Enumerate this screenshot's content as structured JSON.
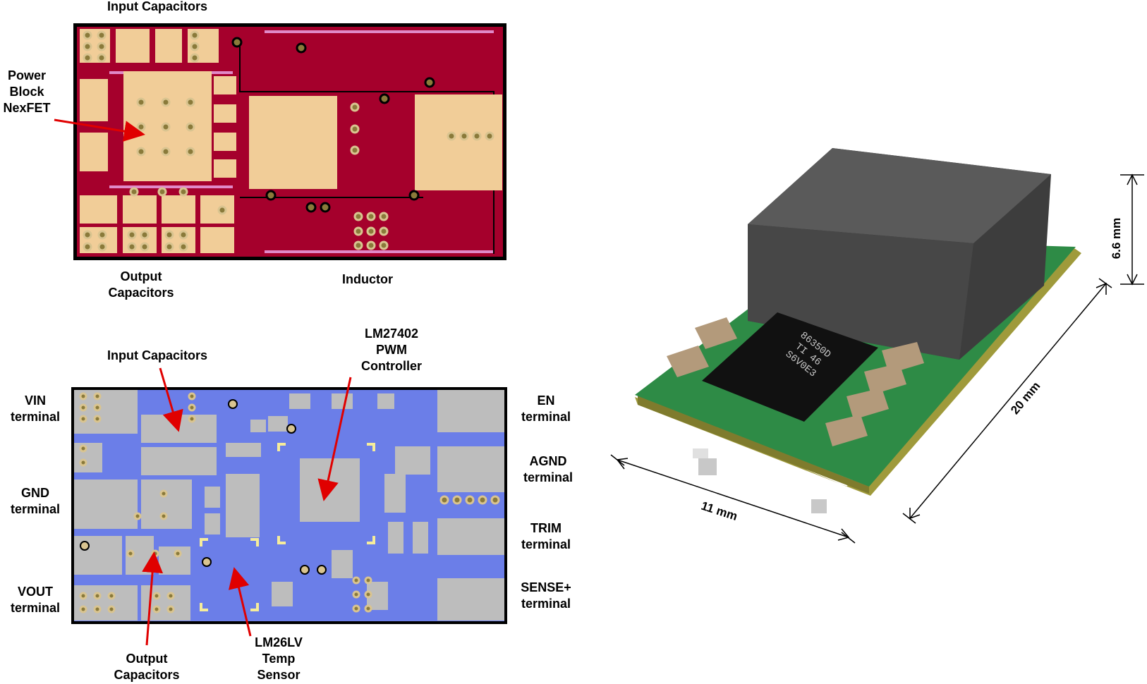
{
  "top_board": {
    "labels": {
      "input_caps": "Input Capacitors",
      "power_block": "Power\nBlock\nNexFET",
      "output_caps": "Output\nCapacitors",
      "inductor": "Inductor"
    },
    "colors": {
      "board": "#a5002c",
      "pad": "#f1cd98",
      "trace": "#e089c8",
      "outline": "#000000"
    }
  },
  "bottom_board": {
    "labels": {
      "input_caps": "Input Capacitors",
      "controller": "LM27402\nPWM\nController",
      "output_caps": "Output\nCapacitors",
      "temp_sensor": "LM26LV\nTemp\nSensor",
      "vin": "VIN\nterminal",
      "gnd": "GND\nterminal",
      "vout": "VOUT\nterminal",
      "en": "EN\nterminal",
      "agnd": "AGND\nterminal",
      "trim": "TRIM\nterminal",
      "sense": "SENSE+\nterminal"
    },
    "colors": {
      "board": "#6b7ee8",
      "pad": "#bdbdbd",
      "silk": "#f6ec9a",
      "trace": "#c23fb4",
      "outline": "#000000"
    }
  },
  "photo": {
    "dimensions": {
      "height": "6.6 mm",
      "width": "11 mm",
      "length": "20 mm"
    },
    "chip_marking": "86350D\nTI 46\nS6V0E3",
    "colors": {
      "inductor": "#4b4b4b",
      "pcb": "#2e8b46",
      "laminate": "#9f9a3b",
      "cap": "#b39a7b",
      "ic": "#111111"
    }
  },
  "arrow_color": "#e00000"
}
